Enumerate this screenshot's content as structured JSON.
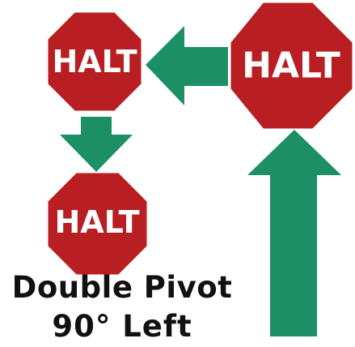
{
  "signs": {
    "top_left": {
      "text": "HALT"
    },
    "top_right": {
      "text": "HALT"
    },
    "bottom_left": {
      "text": "HALT"
    }
  },
  "caption": {
    "line1": "Double Pivot",
    "line2": "90° Left"
  },
  "colors": {
    "sign_fill": "#b81e22",
    "sign_border": "#ffffff",
    "sign_text": "#ffffff",
    "arrow": "#1c8f64",
    "caption_text": "#111111"
  }
}
